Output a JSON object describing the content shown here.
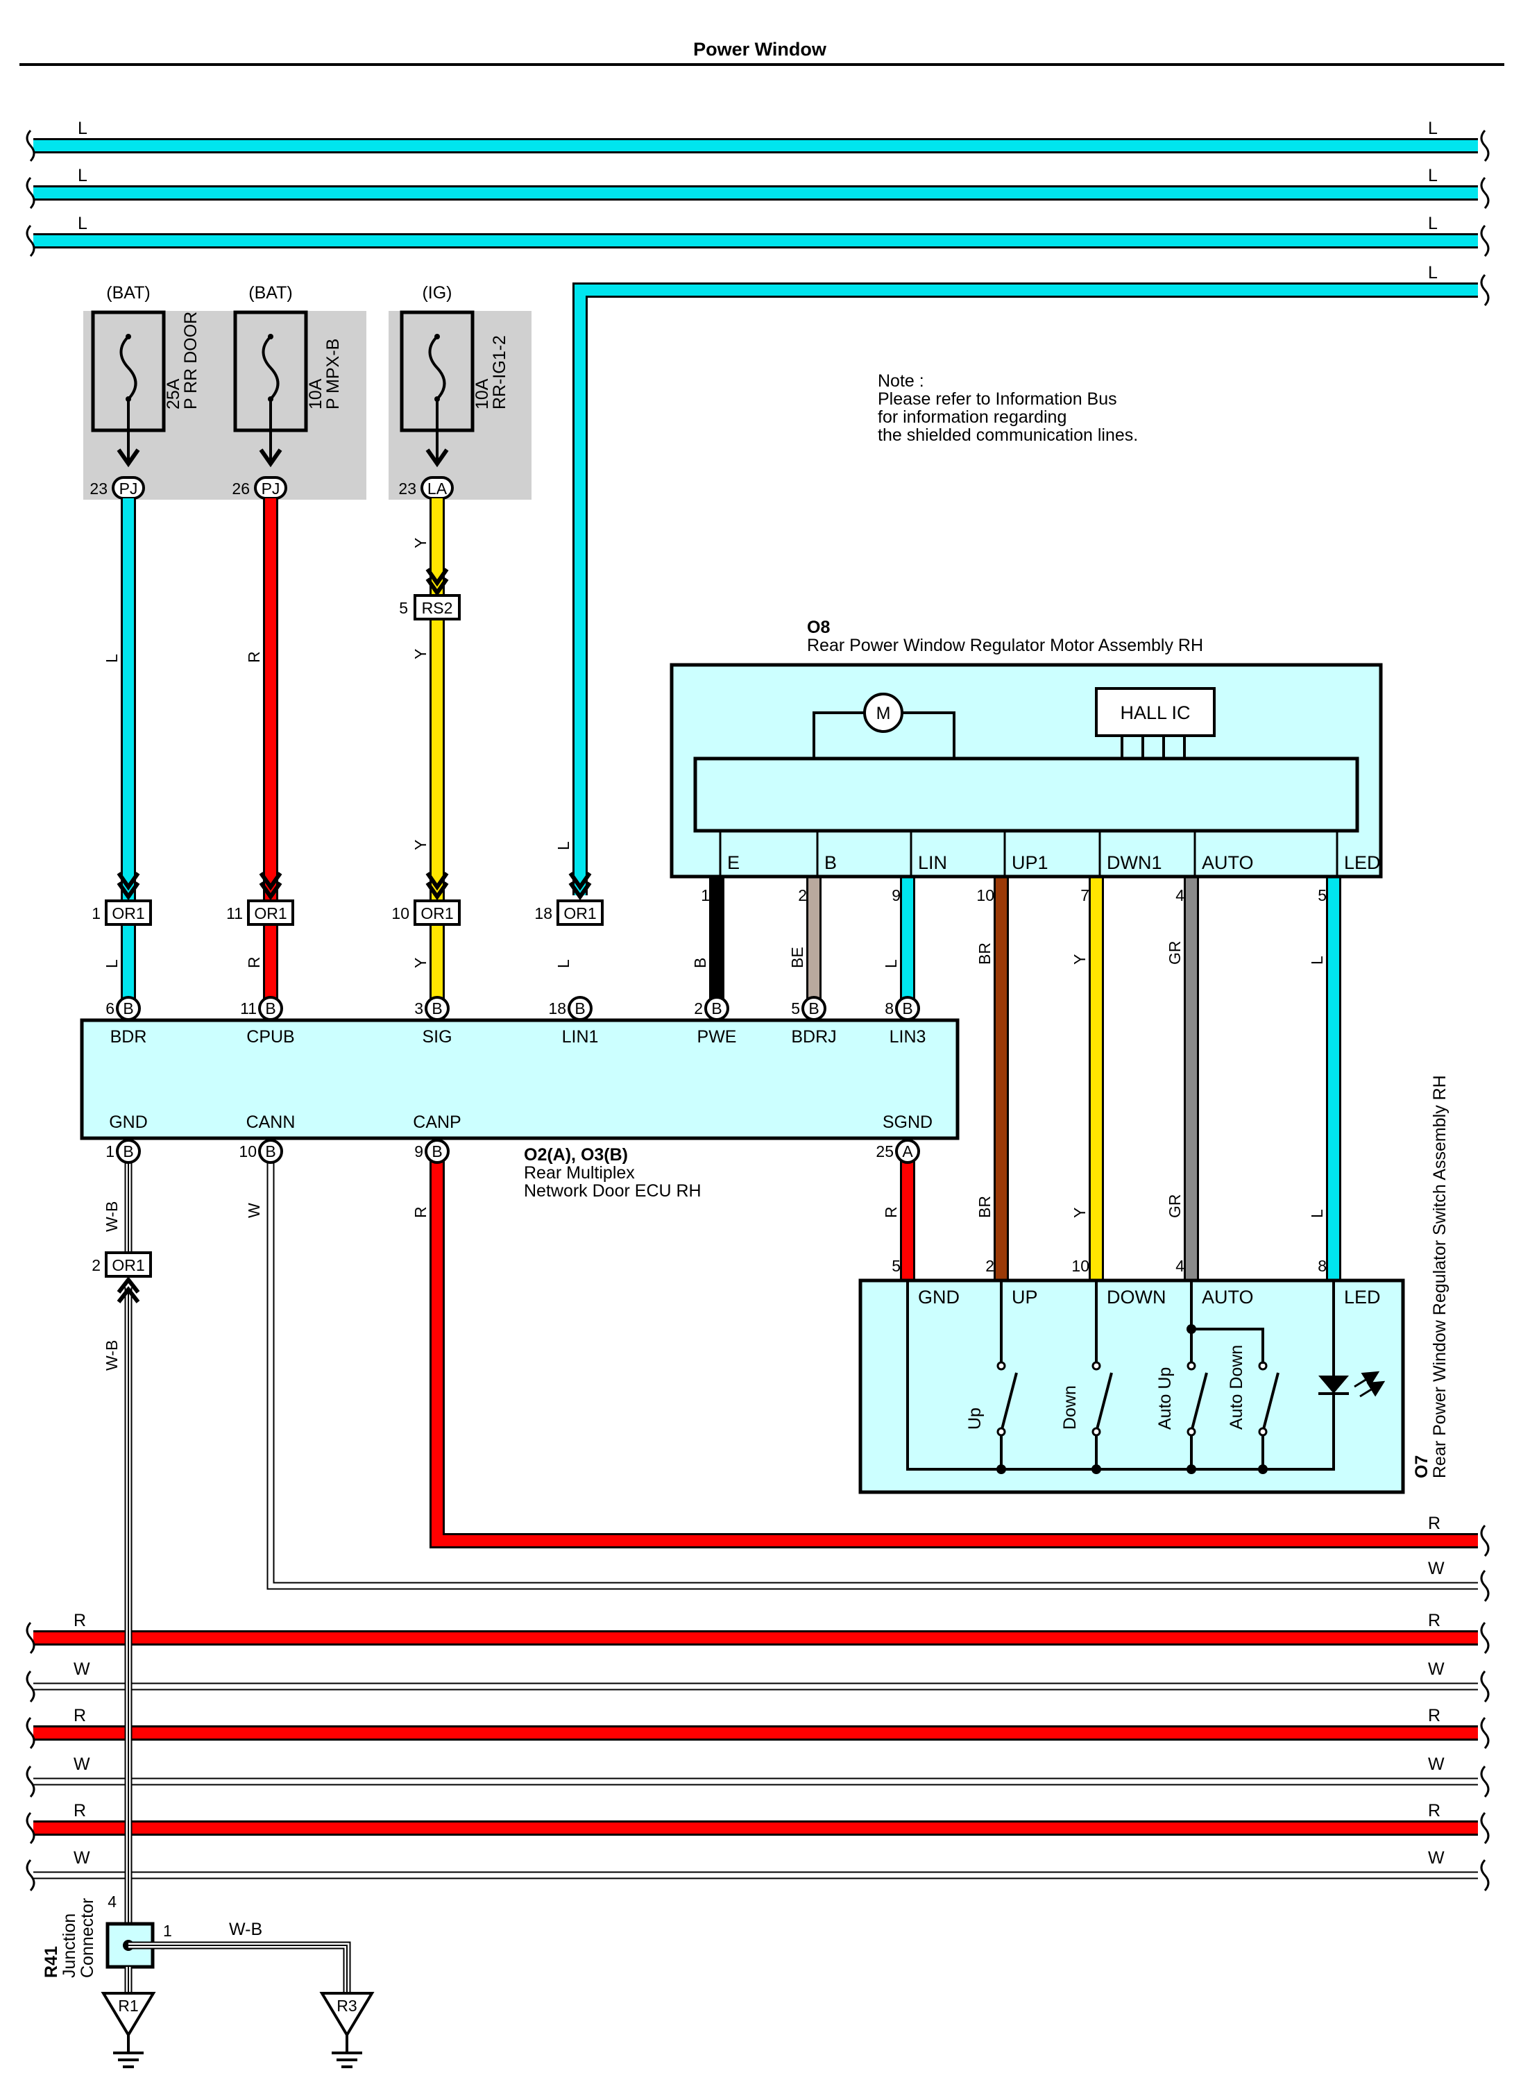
{
  "title": "Power Window",
  "note": [
    "Note :",
    "Please refer to Information Bus",
    "for information regarding",
    "the shielded communication lines."
  ],
  "colors": {
    "L": "#00e5ee",
    "R": "#ff0000",
    "Y": "#ffe600",
    "B": "#000000",
    "BE": "#b9a99e",
    "BR": "#9b3a08",
    "GR": "#8a8a8a",
    "W": "#ffffff",
    "W-B": "#000000",
    "component_fill": "#ccffff",
    "fuse_block_fill": "#d0d0d0"
  },
  "bus_labels": {
    "top": [
      "L",
      "L",
      "L",
      "L"
    ],
    "bottom": [
      "R",
      "W",
      "R",
      "W",
      "R",
      "W",
      "R",
      "W"
    ]
  },
  "fuses": [
    {
      "supply": "(BAT)",
      "rating": "25A",
      "name": "P RR DOOR",
      "pin": "23",
      "connector": "PJ",
      "wire": "L"
    },
    {
      "supply": "(BAT)",
      "rating": "10A",
      "name": "P MPX-B",
      "pin": "26",
      "connector": "PJ",
      "wire": "R"
    },
    {
      "supply": "(IG)",
      "rating": "10A",
      "name": "RR-IG1-2",
      "pin": "23",
      "connector": "LA",
      "wire": "Y"
    }
  ],
  "rs2": {
    "pin": "5",
    "name": "RS2"
  },
  "or1_connectors": [
    {
      "pin": "1",
      "name": "OR1"
    },
    {
      "pin": "11",
      "name": "OR1"
    },
    {
      "pin": "10",
      "name": "OR1"
    },
    {
      "pin": "18",
      "name": "OR1"
    },
    {
      "pin": "2",
      "name": "OR1"
    }
  ],
  "ecu": {
    "code": "O2(A), O3(B)",
    "name_lines": [
      "Rear Multiplex",
      "Network Door ECU RH"
    ],
    "top_pins": [
      {
        "num": "6",
        "conn": "B",
        "label": "BDR",
        "wire": "L"
      },
      {
        "num": "11",
        "conn": "B",
        "label": "CPUB",
        "wire": "R"
      },
      {
        "num": "3",
        "conn": "B",
        "label": "SIG",
        "wire": "Y"
      },
      {
        "num": "18",
        "conn": "B",
        "label": "LIN1",
        "wire": "L"
      },
      {
        "num": "2",
        "conn": "B",
        "label": "PWE",
        "wire": "B"
      },
      {
        "num": "5",
        "conn": "B",
        "label": "BDRJ",
        "wire": "BE"
      },
      {
        "num": "8",
        "conn": "B",
        "label": "LIN3",
        "wire": "L"
      }
    ],
    "bottom_pins": [
      {
        "num": "1",
        "conn": "B",
        "label": "GND",
        "wire": "W-B"
      },
      {
        "num": "10",
        "conn": "B",
        "label": "CANN",
        "wire": "W"
      },
      {
        "num": "9",
        "conn": "B",
        "label": "CANP",
        "wire": "R"
      },
      {
        "num": "25",
        "conn": "A",
        "label": "SGND",
        "wire": "R"
      }
    ]
  },
  "o8": {
    "code": "O8",
    "name": "Rear Power Window Regulator Motor Assembly RH",
    "motor": "M",
    "hall": "HALL IC",
    "pins": [
      {
        "label": "E",
        "num": "1",
        "wire": "B"
      },
      {
        "label": "B",
        "num": "2",
        "wire": "BE"
      },
      {
        "label": "LIN",
        "num": "9",
        "wire": "L"
      },
      {
        "label": "UP1",
        "num": "10",
        "wire": "BR"
      },
      {
        "label": "DWN1",
        "num": "7",
        "wire": "Y"
      },
      {
        "label": "AUTO",
        "num": "4",
        "wire": "GR"
      },
      {
        "label": "LED",
        "num": "5",
        "wire": "L"
      }
    ]
  },
  "o7": {
    "code": "O7",
    "name": "Rear Power Window Regulator Switch Assembly RH",
    "pins": [
      {
        "label": "GND",
        "num": "5",
        "wire": "R"
      },
      {
        "label": "UP",
        "num": "2",
        "wire": "BR"
      },
      {
        "label": "DOWN",
        "num": "10",
        "wire": "Y"
      },
      {
        "label": "AUTO",
        "num": "4",
        "wire": "GR"
      },
      {
        "label": "LED",
        "num": "8",
        "wire": "L"
      }
    ],
    "switches": [
      "Up",
      "Down",
      "Auto Up",
      "Auto Down"
    ]
  },
  "junction": {
    "code": "R41",
    "name_lines": [
      "Junction",
      "Connector"
    ],
    "pin_in": "4",
    "pin_out": "1",
    "wire": "W-B",
    "grounds": [
      "R1",
      "R3"
    ]
  }
}
